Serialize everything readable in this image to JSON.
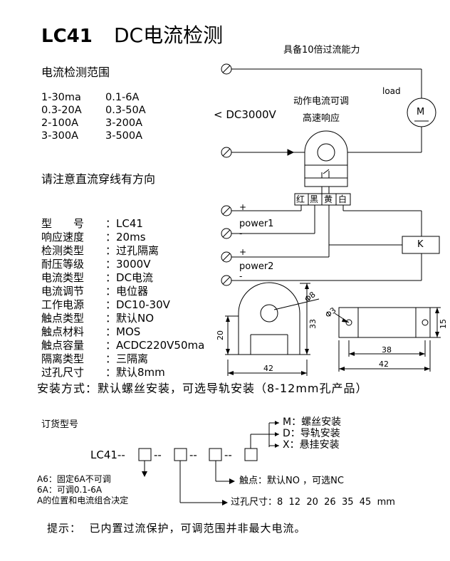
{
  "title": {
    "model": "LC41",
    "name": "DC电流检测"
  },
  "overload": "具备10倍过流能力",
  "range": {
    "heading": "电流检测范围",
    "rows": [
      [
        "1-30ma",
        "0.1-6A"
      ],
      [
        "0.3-20A",
        "0.3-50A"
      ],
      [
        "2-100A",
        "3-200A"
      ],
      [
        "3-300A",
        "3-500A"
      ]
    ]
  },
  "direction_note": "请注意直流穿线有方向",
  "specs": [
    {
      "key": "型　　号",
      "value": "LC41"
    },
    {
      "key": "响应速度",
      "value": "20ms"
    },
    {
      "key": "检测类型",
      "value": "过孔隔离"
    },
    {
      "key": "耐压等级",
      "value": "3000V"
    },
    {
      "key": "电流类型",
      "value": "DC电流"
    },
    {
      "key": "电流调节",
      "value": "电位器"
    },
    {
      "key": "工作电源",
      "value": "DC10-30V"
    },
    {
      "key": "触点类型",
      "value": "默认NO"
    },
    {
      "key": "触点材料",
      "value": "MOS"
    },
    {
      "key": "触点容量",
      "value": "ACDC220V50ma"
    },
    {
      "key": "隔离类型",
      "value": "三隔离"
    },
    {
      "key": "过孔尺寸",
      "value": "默认8mm"
    }
  ],
  "install": "安装方式：默认螺丝安装，可选导轨安装（8-12mm孔产品）",
  "wiring": {
    "load": "load",
    "motor": "M",
    "voltage": "< DC3000V",
    "adjust": "动作电流可调",
    "fast": "高速响应",
    "wires": [
      "红",
      "黑",
      "黄",
      "白"
    ],
    "power1": "power1",
    "power2": "power2",
    "plus": "+",
    "minus": "-",
    "relay": "K"
  },
  "dimensions": {
    "hole": "Φ8",
    "mount_hole": "Φ3",
    "d20": "20",
    "d33": "33",
    "d42a": "42",
    "d38": "38",
    "d42b": "42",
    "d15": "15"
  },
  "order": {
    "heading": "订货型号",
    "prefix": "LC41--",
    "sep1": "--",
    "sep2": "--",
    "sep3": "--",
    "mount_m": "M：螺丝安装",
    "mount_d": "D：导轨安装",
    "mount_x": "X：悬挂安装",
    "contact": "触点：默认NO ，可选NC",
    "hole_sizes": "过孔尺寸：8  12  20  26  35  45  mm",
    "a6": "A6：固定6A不可调",
    "a6b": "6A：可调0.1-6A",
    "a_note": "A的位置和电流组合决定"
  },
  "tip": "提示：  已内置过流保护，可调范围并非最大电流。"
}
